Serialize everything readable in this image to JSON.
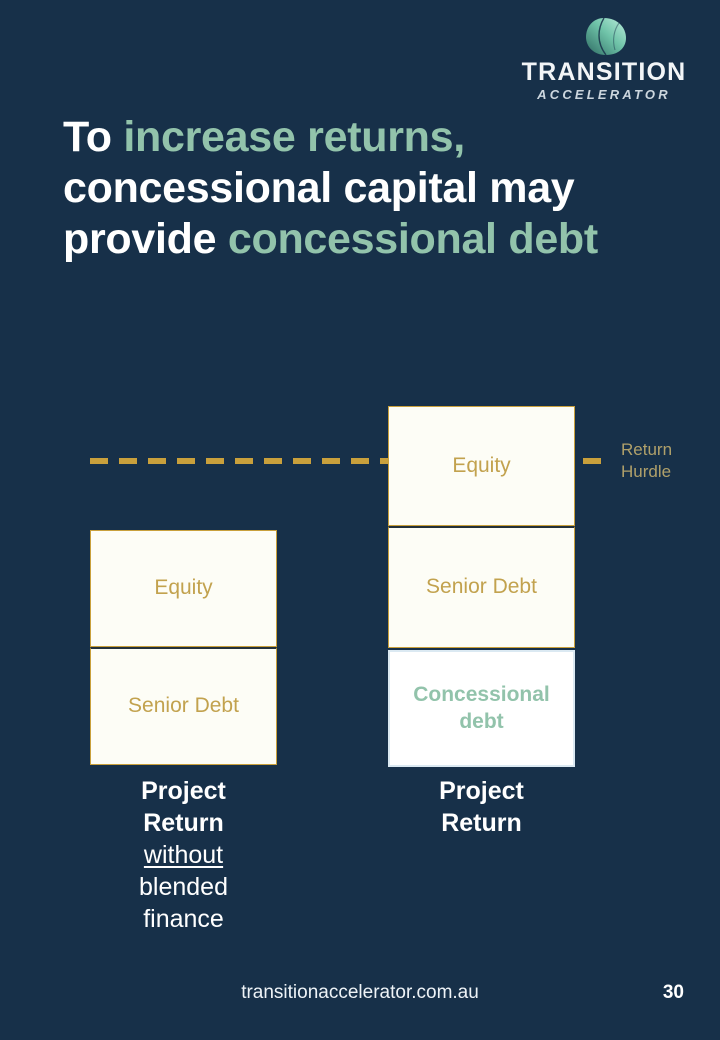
{
  "slide": {
    "background_color": "#173049"
  },
  "logo": {
    "mark_name": "leaf-mark",
    "wordmark": "TRANSITION",
    "subtitle": "ACCELERATOR",
    "leaf_gradient_from": "#9fe0c8",
    "leaf_gradient_to": "#2e6b63"
  },
  "headline": {
    "part1": "To ",
    "accent1": "increase returns,",
    "part2": " concessional capital may provide ",
    "accent2": "concessional debt",
    "accent_color": "#92c3ab",
    "text_color": "#ffffff"
  },
  "diagram": {
    "hurdle": {
      "label_line1": "Return",
      "label_line2": "Hurdle",
      "line_color": "#c9a03c",
      "label_color": "#b0a06a"
    },
    "columns": [
      {
        "id": "without-blended-finance",
        "segments": [
          {
            "label": "Equity",
            "style": "gold",
            "color": "#c2a24e"
          },
          {
            "label": "Senior Debt",
            "style": "gold",
            "color": "#c2a24e"
          }
        ],
        "caption": {
          "line1": "Project",
          "line2": "Return",
          "line3": "without",
          "line4": "blended",
          "line5": "finance"
        }
      },
      {
        "id": "with-blended-finance",
        "segments": [
          {
            "label": "Equity",
            "style": "gold",
            "color": "#c2a24e"
          },
          {
            "label": "Senior Debt",
            "style": "gold",
            "color": "#c2a24e"
          },
          {
            "label_line1": "Concessional",
            "label_line2": "debt",
            "style": "concessional",
            "color": "#92c3ab"
          }
        ],
        "caption": {
          "line1": "Project",
          "line2": "Return"
        }
      }
    ]
  },
  "footer": {
    "url": "transitionaccelerator.com.au",
    "page_number": "30"
  },
  "chart_data": {
    "type": "bar",
    "title": "Project return stack with and without concessional debt",
    "categories": [
      "Project Return without blended finance",
      "Project Return"
    ],
    "stack_order": [
      "Concessional debt",
      "Senior Debt",
      "Equity"
    ],
    "series": [
      {
        "name": "Concessional debt",
        "values": [
          0,
          117
        ]
      },
      {
        "name": "Senior Debt",
        "values": [
          118,
          122
        ]
      },
      {
        "name": "Equity",
        "values": [
          117,
          120
        ]
      }
    ],
    "annotations": [
      {
        "name": "Return Hurdle",
        "type": "threshold-line",
        "y": 458,
        "style": "dashed",
        "color": "#c9a03c"
      }
    ],
    "ylabel": "Return",
    "xlabel": "",
    "grid": false,
    "legend": "none"
  }
}
